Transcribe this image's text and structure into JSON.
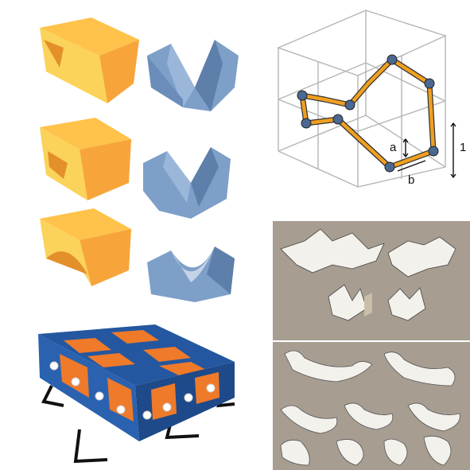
{
  "figure": {
    "shapes_column": {
      "rows": [
        "straight-crease",
        "flat-groove",
        "curved-groove"
      ],
      "orange": "#f7a53a",
      "orange_light": "#fbd35a",
      "blue": "#7d9fc8",
      "blue_dark": "#5d7faa"
    },
    "cube_diagram": {
      "label_a": "a",
      "label_b": "b",
      "label_1": "1",
      "path_color": "#f0a020",
      "node_color": "#4a6890"
    },
    "photos": {
      "tabletop_blocks": {
        "orange": "#ef7a2a",
        "blue": "#2457a0"
      },
      "paper_folds_top": {
        "background": "#a79d91"
      },
      "paper_folds_bottom": {
        "background": "#a79d91"
      }
    }
  }
}
